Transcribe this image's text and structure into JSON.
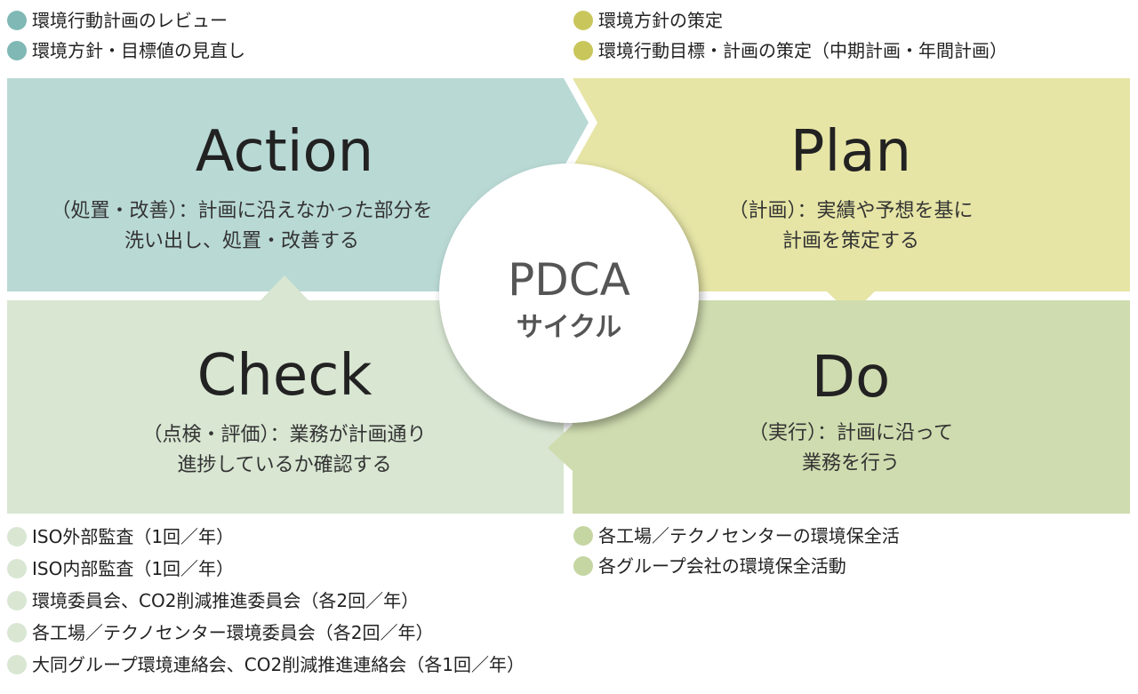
{
  "colors": {
    "action": "#b9d9d5",
    "plan": "#e6e5a6",
    "check": "#d8e6d2",
    "do": "#cfdcaf",
    "action_dot": "#7fb8b4",
    "plan_dot": "#c9c65c",
    "check_dot": "#d8e6d2",
    "do_dot": "#c6d6a3"
  },
  "center": {
    "title": "PDCA",
    "subtitle": "サイクル"
  },
  "quadrants": {
    "action": {
      "title": "Action",
      "desc": [
        "（処置・改善）：計画に沿えなかった部分を",
        "洗い出し、処置・改善する"
      ],
      "bullets": [
        "環境行動計画のレビュー",
        "環境方針・目標値の見直し"
      ]
    },
    "plan": {
      "title": "Plan",
      "desc": [
        "（計画）：実績や予想を基に",
        "計画を策定する"
      ],
      "bullets": [
        "環境方針の策定",
        "環境行動目標・計画の策定（中期計画・年間計画）"
      ]
    },
    "check": {
      "title": "Check",
      "desc": [
        "（点検・評価）：業務が計画通り",
        "進捗しているか確認する"
      ],
      "bullets": [
        "ISO外部監査（1回／年）",
        "ISO内部監査（1回／年）",
        "環境委員会、CO2削減推進委員会（各2回／年）",
        "各工場／テクノセンター環境委員会（各2回／年）",
        "大同グループ環境連絡会、CO2削減推進連絡会（各1回／年）"
      ]
    },
    "do": {
      "title": "Do",
      "desc": [
        "（実行）：計画に沿って",
        "業務を行う"
      ],
      "bullets": [
        "各工場／テクノセンターの環境保全活",
        "各グループ会社の環境保全活動"
      ]
    }
  }
}
